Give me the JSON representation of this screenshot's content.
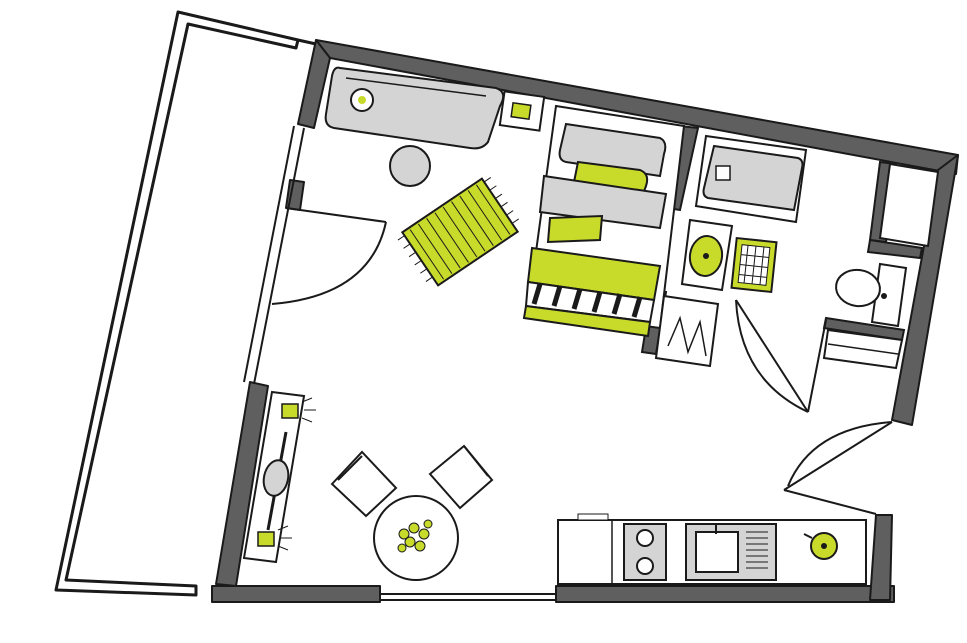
{
  "colors": {
    "wall": "#5f5f5f",
    "wall_outline": "#1a1a1a",
    "accent": "#c9db2a",
    "furniture_fill": "#d4d4d4",
    "line": "#1a1a1a",
    "paper": "#ffffff"
  },
  "rooms": [
    "living-room",
    "bathroom",
    "kitchenette",
    "balcony"
  ],
  "icons": [
    "bathtub-icon",
    "shower-tray-icon",
    "toilet-icon",
    "washbasin-icon",
    "sofa-icon",
    "bed-icon",
    "rug-icon",
    "round-table-icon",
    "chair-icon",
    "hob-icon",
    "sink-icon",
    "lamp-icon",
    "door-swing-icon",
    "storage-icon"
  ]
}
